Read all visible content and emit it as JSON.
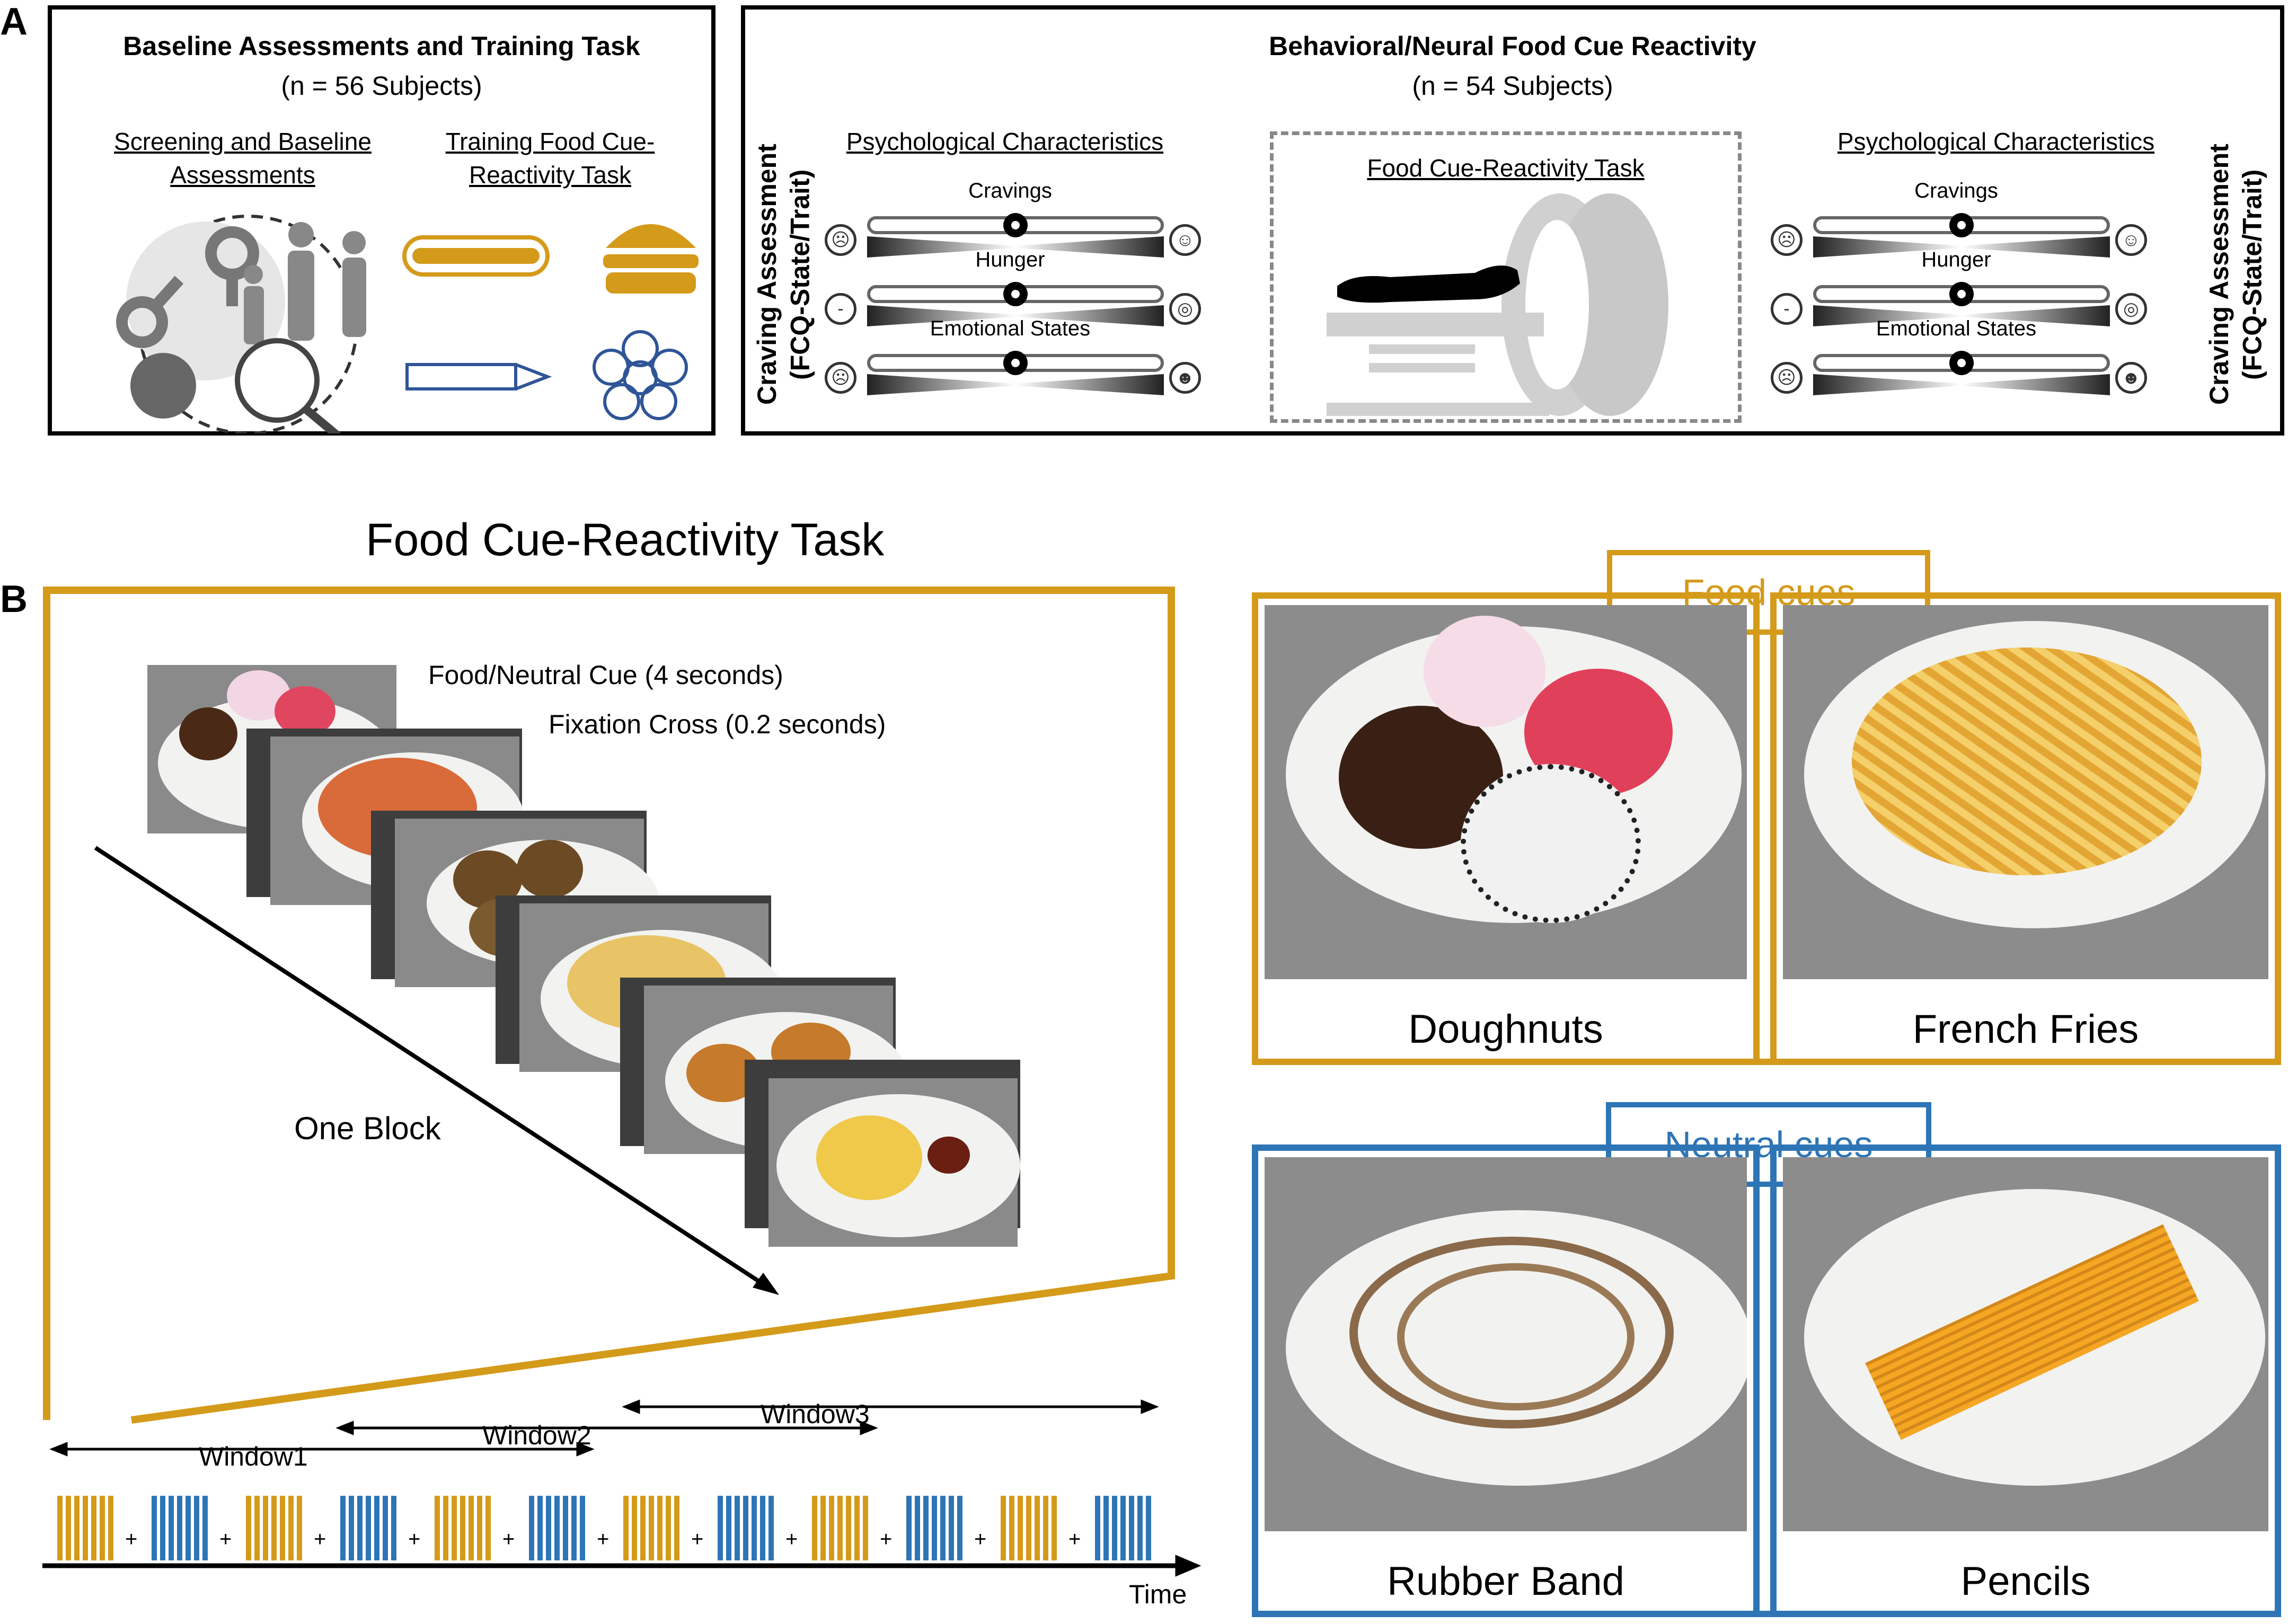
{
  "panelA": {
    "letter": "A",
    "left_box": {
      "title": "Baseline Assessments and Training Task",
      "subtitle": "(n = 56 Subjects)",
      "col1_heading_line1": "Screening and Baseline",
      "col1_heading_line2": "Assessments",
      "col2_heading_line1": "Training Food Cue-",
      "col2_heading_line2": "Reactivity Task"
    },
    "right_box": {
      "title": "Behavioral/Neural Food Cue Reactivity",
      "subtitle": "(n = 54 Subjects)",
      "side_label_line1": "Craving Assessment",
      "side_label_line2": "(FCQ-State/Trait)",
      "psych_heading": "Psychological Characteristics",
      "scanner_heading": "Food Cue-Reactivity Task",
      "scales": [
        "Cravings",
        "Hunger",
        "Emotional States"
      ]
    }
  },
  "panelB": {
    "letter": "B",
    "task_title": "Food Cue-Reactivity Task",
    "cue_label": "Food/Neutral Cue (4 seconds)",
    "fixation_label": "Fixation Cross (0.2 seconds)",
    "block_label": "One Block",
    "windows": [
      "Window1",
      "Window2",
      "Window3"
    ],
    "fixation_symbol": "+",
    "time_label": "Time",
    "food_cues_label": "Food cues",
    "neutral_cues_label": "Neutral cues",
    "food_items": [
      "Doughnuts",
      "French Fries"
    ],
    "neutral_items": [
      "Rubber Band",
      "Pencils"
    ],
    "colors": {
      "food": "#d49a1a",
      "neutral": "#2e75b6"
    }
  }
}
